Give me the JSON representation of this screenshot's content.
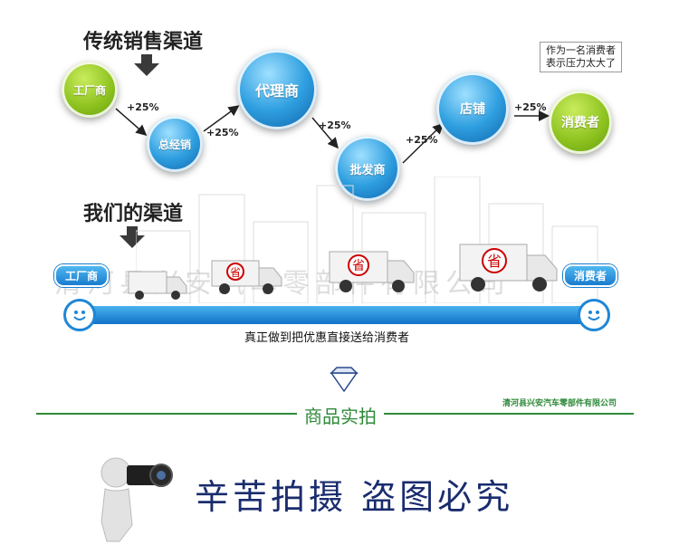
{
  "traditional": {
    "title": "传统销售渠道",
    "nodes": {
      "factory": "工厂商",
      "general": "总经销",
      "agent": "代理商",
      "wholesaler": "批发商",
      "store": "店铺",
      "consumer": "消费者"
    },
    "markups": [
      "+25%",
      "+25%",
      "+25%",
      "+25%",
      "+25%"
    ],
    "note_lines": [
      "作为一名消费者",
      "表示压力太大了"
    ]
  },
  "ours": {
    "title": "我们的渠道",
    "left_tag": "工厂商",
    "right_tag": "消费者",
    "caption": "真正做到把优惠直接送给消费者",
    "truck_badge": "省"
  },
  "watermark": "清河县兴安汽车零部件有限公司",
  "gallery": {
    "title": "商品实拍",
    "company": "清河县兴安汽车零部件有限公司"
  },
  "slogan": "辛苦拍摄 盗图必究"
}
